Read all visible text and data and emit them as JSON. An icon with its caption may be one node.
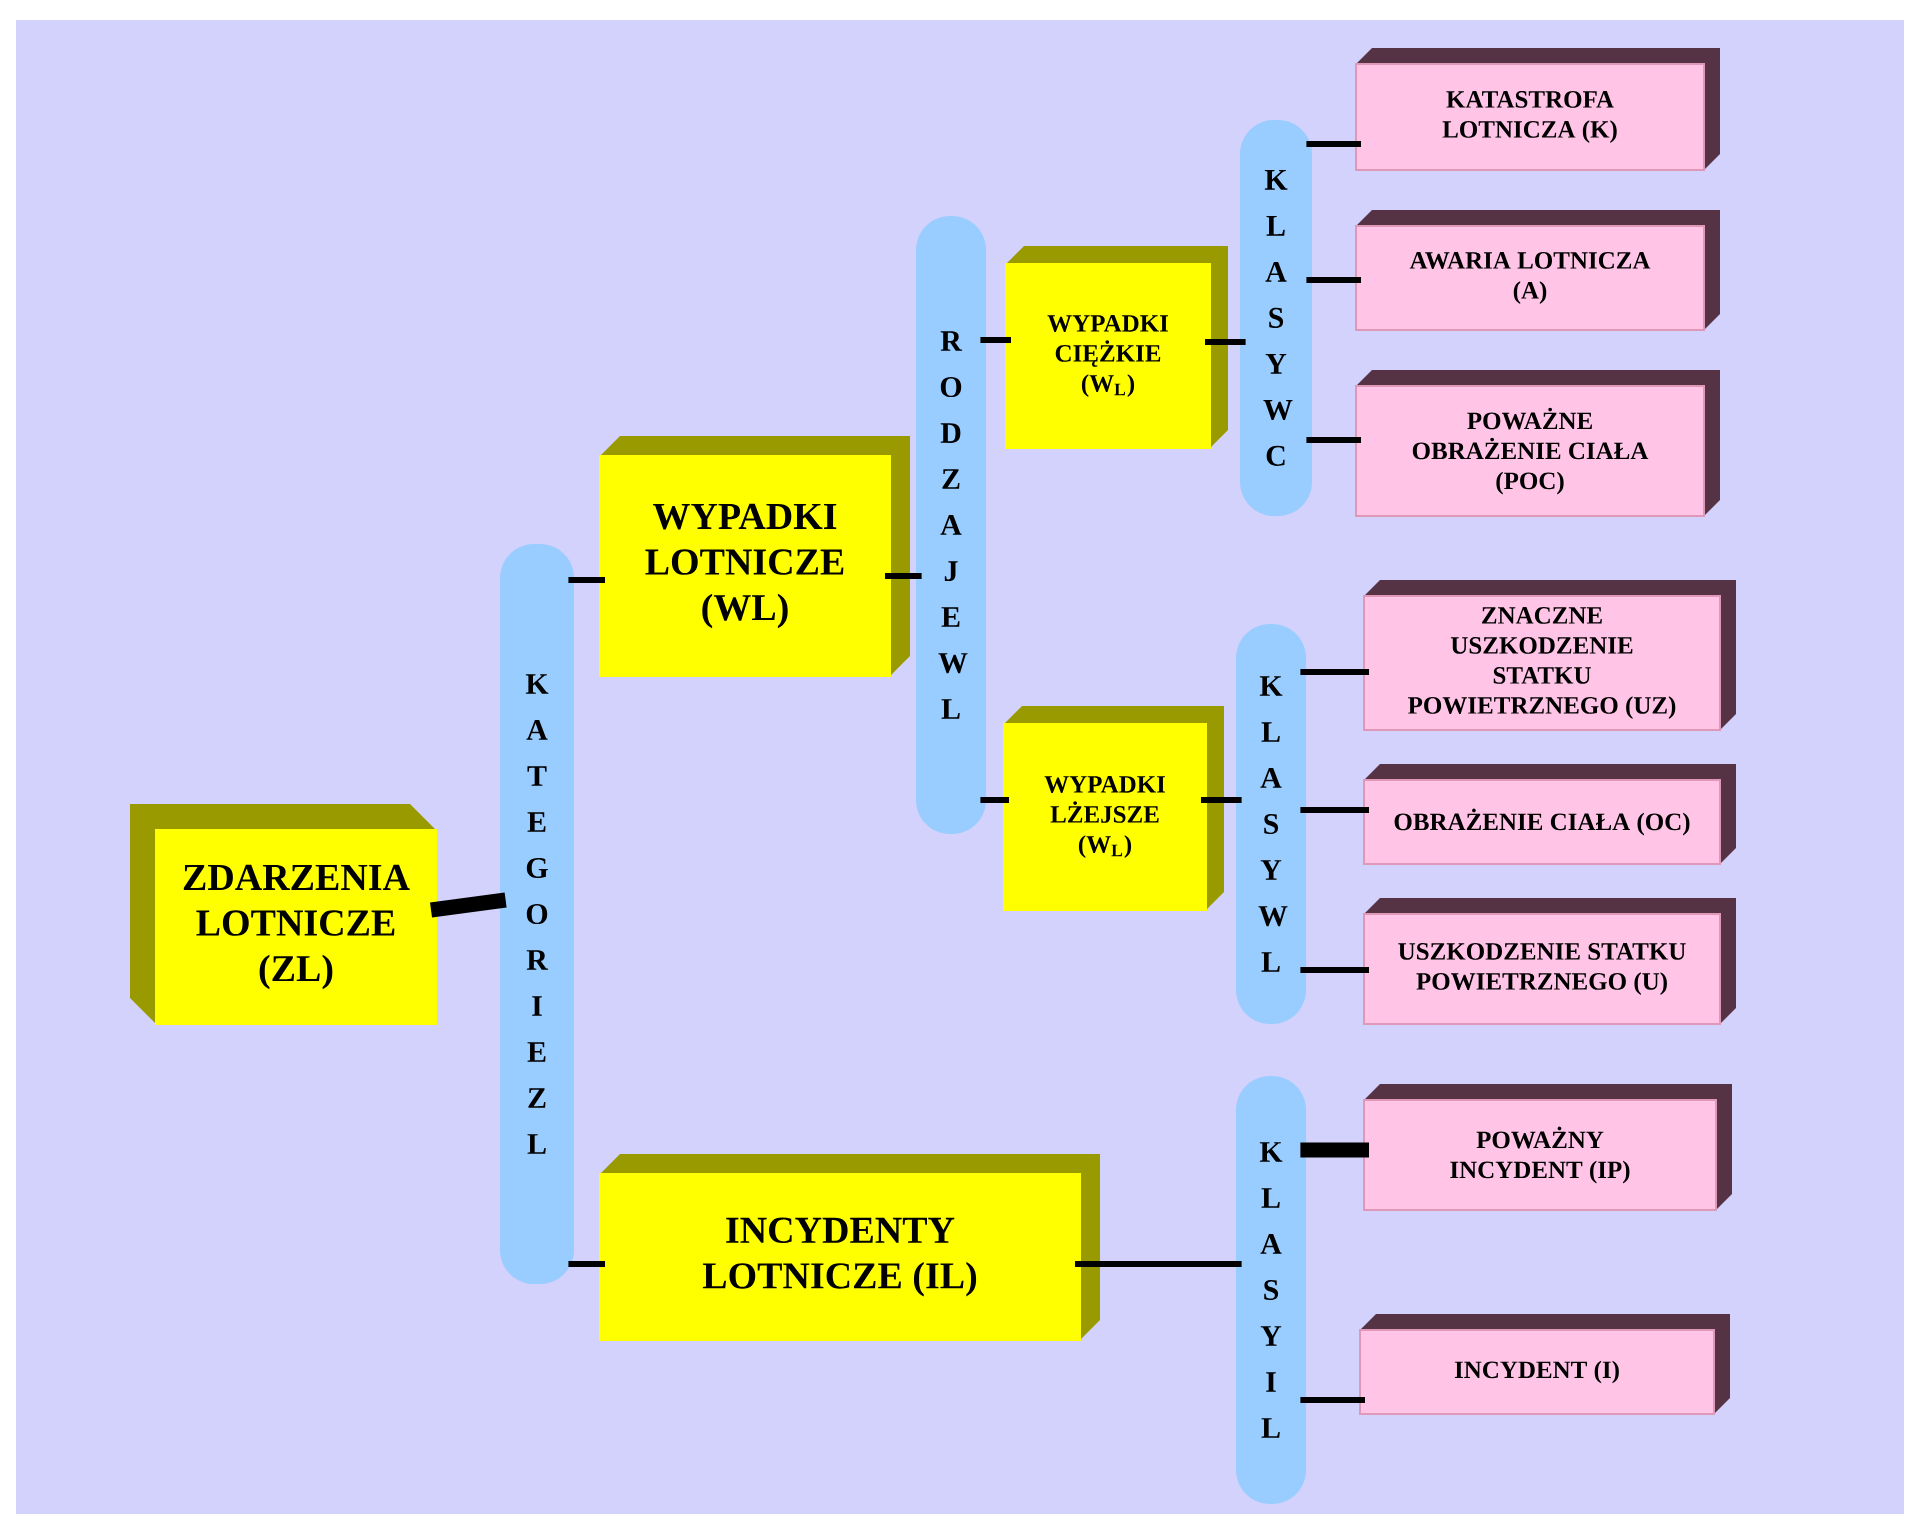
{
  "diagram": {
    "nodes": [
      {
        "text": [
          "ZDARZENIA LOTNICZE (ZL)"
        ]
      },
      {
        "text": [
          "KATEGORIE ZL"
        ]
      },
      {
        "text": [
          "WYPADKI LOTNICZE (WL)"
        ]
      },
      {
        "text": [
          "INCYDENTY LOTNICZE (IL)"
        ]
      },
      {
        "text": [
          "RODZAJE WL"
        ]
      },
      {
        "text": [
          "WYPADKI CIĘŻKIE (W$_{L}$)"
        ]
      },
      {
        "text": [
          "WYPADKI LŻEJSZE (W$_{L}$)"
        ]
      },
      {
        "text": [
          "KLASY WC"
        ]
      },
      {
        "text": [
          "KLASY WL"
        ]
      },
      {
        "text": [
          "KLASY IL"
        ]
      },
      {
        "text": [
          "KATASTROFA LOTNICZA (K)"
        ]
      },
      {
        "text": [
          "AWARIA LOTNICZA (A)"
        ]
      },
      {
        "text": [
          "POWAŻNE OBRAŻENIE CIAŁA (POC)"
        ]
      },
      {
        "text": [
          "ZNACZNE USZKODZENIE STATKU POWIETRZNEGO (UZ)"
        ]
      },
      {
        "text": [
          "OBRAŻENIE CIAŁA (OC)"
        ]
      },
      {
        "text": [
          "USZKODZENIE STATKU POWIETRZNEGO (U)"
        ]
      },
      {
        "text": [
          "POWAŻNY INCYDENT (IP)"
        ]
      },
      {
        "text": [
          "INCYDENT (I)"
        ]
      }
    ],
    "edges": [
      {
        "from": 0,
        "to": 1,
        "arrow": "none",
        "style": "thick"
      },
      {
        "from": 1,
        "to": 2,
        "arrow": "none"
      },
      {
        "from": 1,
        "to": 3,
        "arrow": "none"
      },
      {
        "from": 2,
        "to": 4,
        "arrow": "none"
      },
      {
        "from": 4,
        "to": 5,
        "arrow": "none"
      },
      {
        "from": 4,
        "to": 6,
        "arrow": "none"
      },
      {
        "from": 5,
        "to": 7,
        "arrow": "none"
      },
      {
        "from": 6,
        "to": 8,
        "arrow": "none"
      },
      {
        "from": 3,
        "to": 9,
        "arrow": "none"
      },
      {
        "from": 7,
        "to": 10,
        "arrow": "none"
      },
      {
        "from": 7,
        "to": 11,
        "arrow": "none"
      },
      {
        "from": 7,
        "to": 12,
        "arrow": "none"
      },
      {
        "from": 8,
        "to": 13,
        "arrow": "none"
      },
      {
        "from": 8,
        "to": 14,
        "arrow": "none"
      },
      {
        "from": 8,
        "to": 15,
        "arrow": "none"
      },
      {
        "from": 9,
        "to": 16,
        "arrow": "none",
        "style": "thick"
      },
      {
        "from": 9,
        "to": 17,
        "arrow": "none"
      }
    ]
  }
}
